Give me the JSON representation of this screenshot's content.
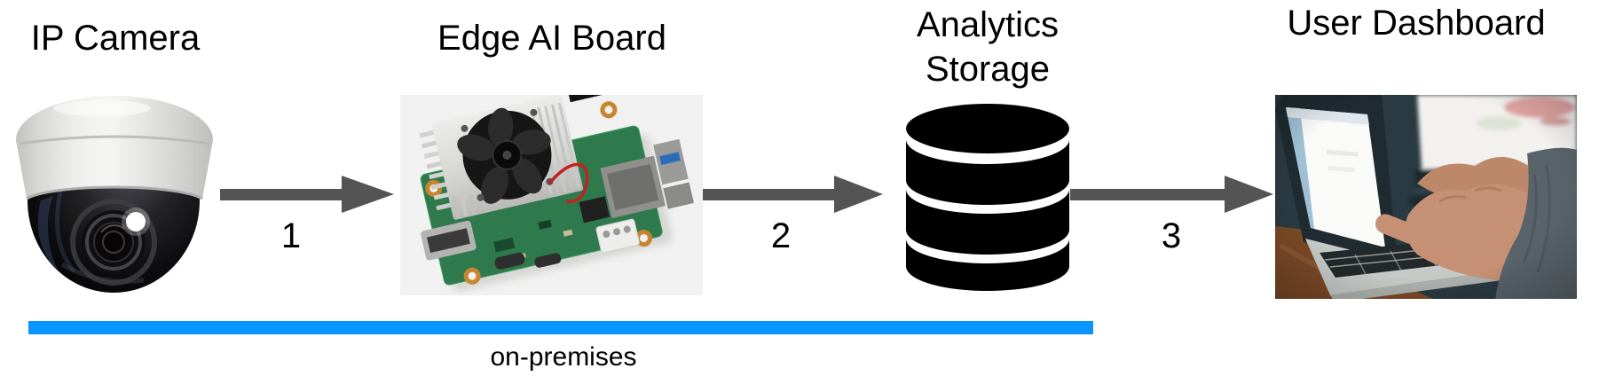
{
  "diagram": {
    "nodes": [
      {
        "id": "ip-camera",
        "label": "IP Camera",
        "icon": "dome-camera-illustration"
      },
      {
        "id": "edge-ai-board",
        "label": "Edge AI Board",
        "icon": "coral-dev-board-photo"
      },
      {
        "id": "analytics-storage",
        "label": "Analytics Storage",
        "icon": "database-cylinder-icon"
      },
      {
        "id": "user-dashboard",
        "label": "User Dashboard",
        "icon": "laptop-typing-photo"
      }
    ],
    "arrows": [
      {
        "label": "1",
        "from": "ip-camera",
        "to": "edge-ai-board"
      },
      {
        "label": "2",
        "from": "edge-ai-board",
        "to": "analytics-storage"
      },
      {
        "label": "3",
        "from": "analytics-storage",
        "to": "user-dashboard"
      }
    ],
    "zone": {
      "label": "on-premises",
      "covers": [
        "ip-camera",
        "edge-ai-board",
        "analytics-storage"
      ]
    }
  },
  "colors": {
    "page_background": "#ffffff",
    "text": "#000000",
    "arrow": "#545454",
    "zone_bar": "#0995ff",
    "database_icon": "#000000",
    "board_photo_background": "#f1f1f1"
  }
}
